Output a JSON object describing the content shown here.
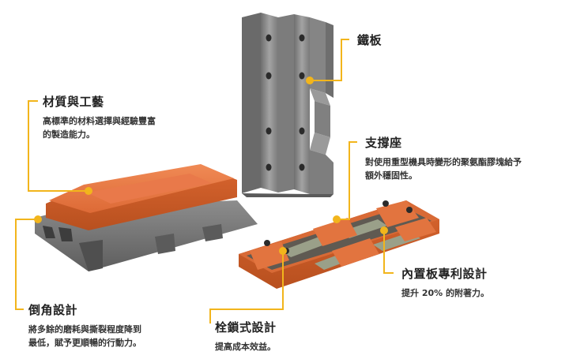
{
  "colors": {
    "accent": "#F2B51C",
    "pad_orange": "#E0713E",
    "steel": "#8A8A8A",
    "background": "#FFFFFF"
  },
  "callouts": {
    "steel_plate": {
      "title": "鐵板"
    },
    "material": {
      "title": "材質與工藝",
      "desc_1": "高標準的材料選擇與經驗豐富",
      "desc_2": "的製造能力。"
    },
    "support_seat": {
      "title": "支撐座",
      "desc_1": "對使用重型機具時變形的聚氨酯膠塊給予",
      "desc_2": "額外穩固性。"
    },
    "inner_plate": {
      "title": "內置板專利設計",
      "desc_1": "提升 20% 的附著力。"
    },
    "chamfer": {
      "title": "倒角設計",
      "desc_1": "將多餘的磨耗與撕裂程度降到",
      "desc_2": "最低，賦予更順暢的行動力。"
    },
    "bolt_lock": {
      "title": "栓鎖式設計",
      "desc_1": "提高成本效益。"
    }
  }
}
